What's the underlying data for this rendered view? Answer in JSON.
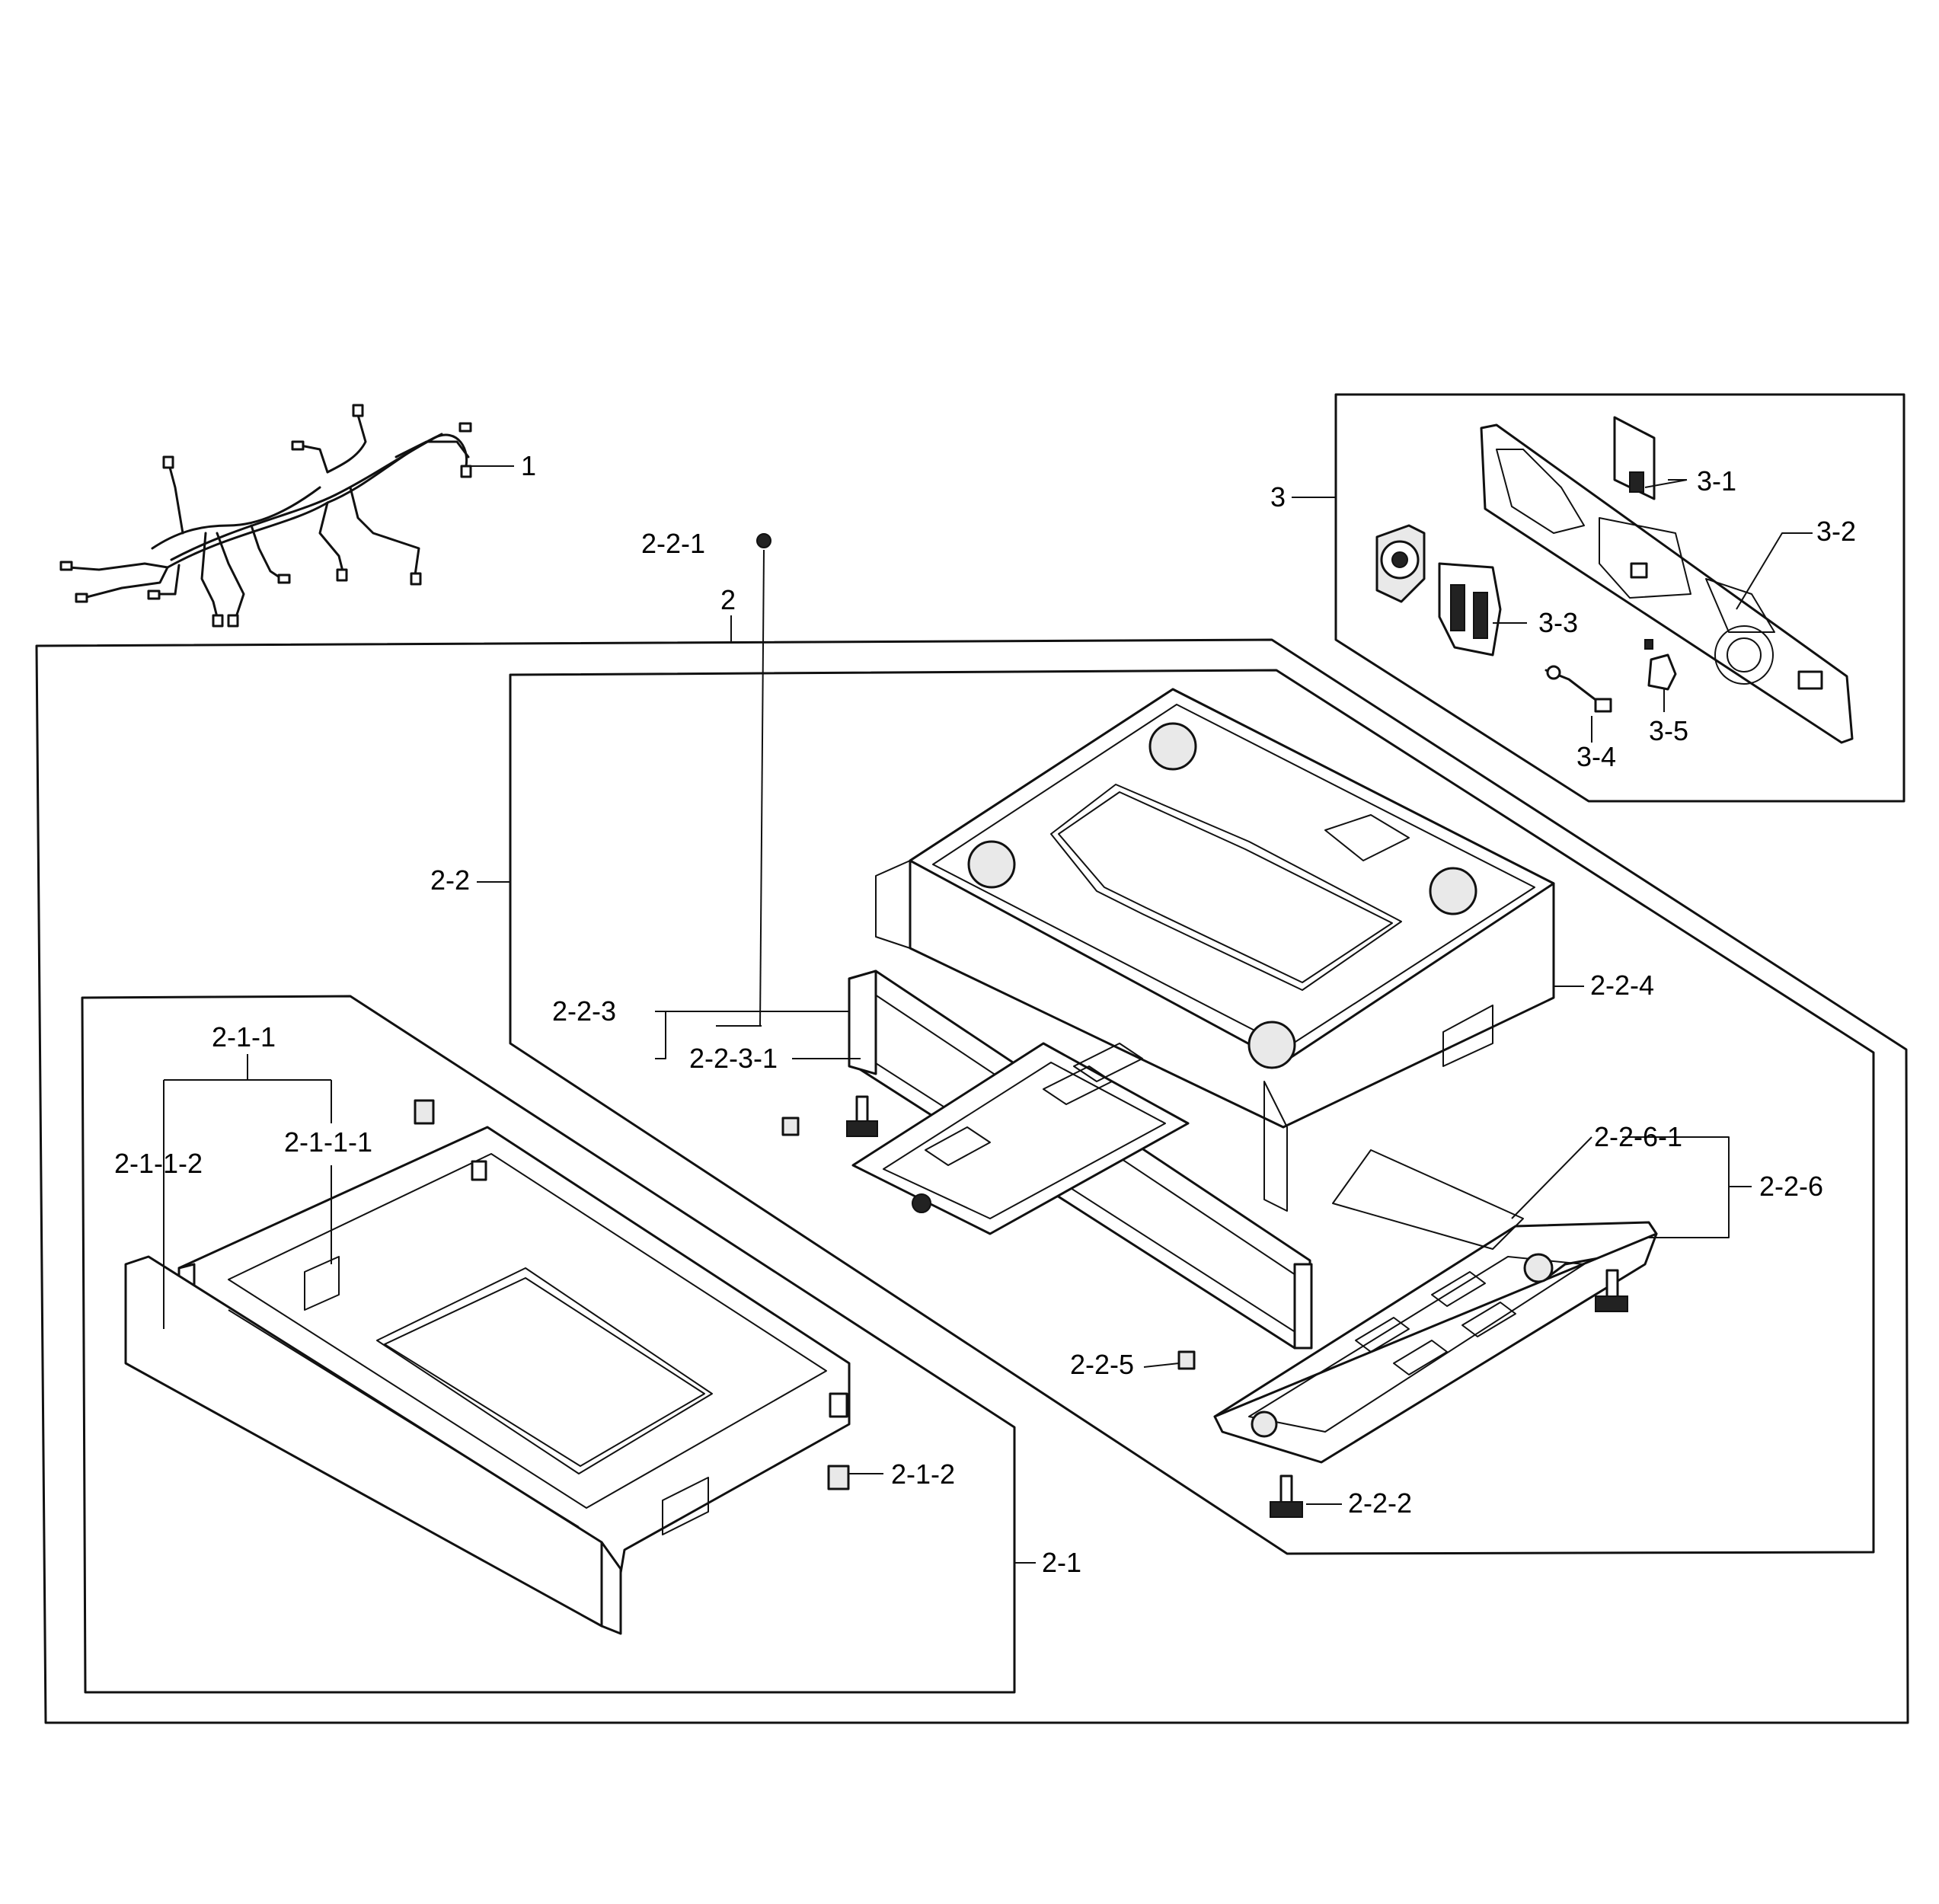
{
  "labels": {
    "p1": "1",
    "p2": "2",
    "p2_1": "2-1",
    "p2_1_1": "2-1-1",
    "p2_1_1_1": "2-1-1-1",
    "p2_1_1_2": "2-1-1-2",
    "p2_1_2": "2-1-2",
    "p2_2": "2-2",
    "p2_2_1": "2-2-1",
    "p2_2_2": "2-2-2",
    "p2_2_3": "2-2-3",
    "p2_2_3_1": "2-2-3-1",
    "p2_2_4": "2-2-4",
    "p2_2_5": "2-2-5",
    "p2_2_6": "2-2-6",
    "p2_2_6_1": "2-2-6-1",
    "p3": "3",
    "p3_1": "3-1",
    "p3_2": "3-2",
    "p3_3": "3-3",
    "p3_4": "3-4",
    "p3_5": "3-5"
  }
}
